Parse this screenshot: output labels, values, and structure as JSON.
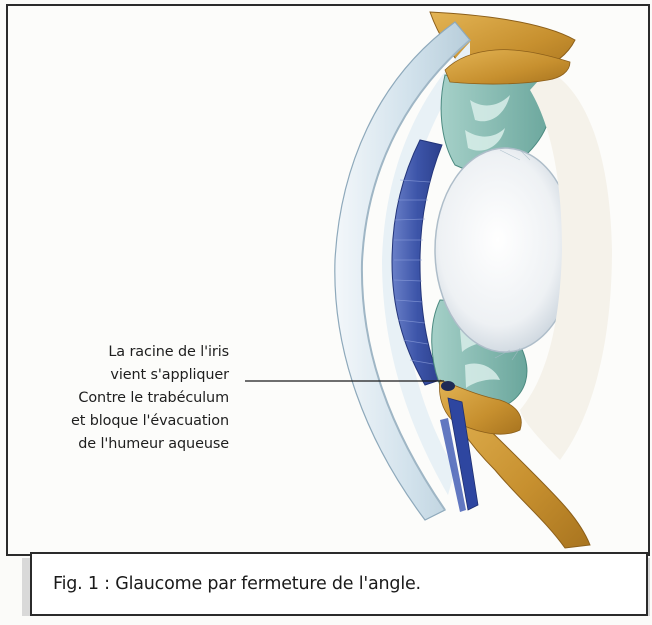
{
  "figure": {
    "annotation_lines": [
      "La racine de l'iris",
      "vient s'appliquer",
      "Contre le trabéculum",
      "et bloque l'évacuation",
      "de l'humeur aqueuse"
    ],
    "caption": "Fig. 1 : Glaucome par fermeture de l'angle."
  },
  "colors": {
    "frame": "#2b2b2b",
    "sclera": "#c99a3a",
    "ciliary_body": "#7fb6ad",
    "iris": "#3f56a8",
    "cornea": "#cfe0ec",
    "lens": "#eef1f4",
    "leader_line": "#1a1a1a"
  }
}
